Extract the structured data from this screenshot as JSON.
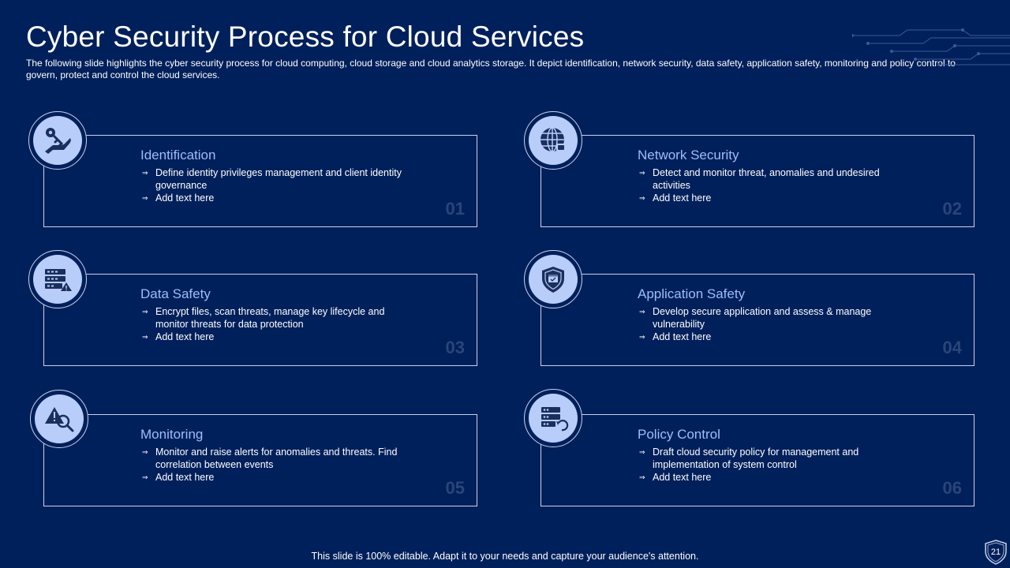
{
  "slide": {
    "title": "Cyber Security Process for Cloud Services",
    "subtitle": "The following slide highlights the cyber security process for cloud computing, cloud storage and cloud analytics storage. It depict identification, network security, data safety, application safety, monitoring and policy control to govern, protect and control the cloud services.",
    "footer": "This slide is 100% editable. Adapt it to your needs and capture your audience's attention.",
    "page_number": "21"
  },
  "colors": {
    "background": "#00205b",
    "accent": "#9fbcf8",
    "icon_disc": "#b8cdfa",
    "number": "#2a4679"
  },
  "cards": [
    {
      "title": "Identification",
      "icon": "key-hand-icon",
      "points": [
        "Define identity privileges management and client identity governance",
        "Add text here"
      ],
      "number": "01"
    },
    {
      "title": "Network Security",
      "icon": "globe-lock-icon",
      "points": [
        "Detect and monitor threat, anomalies and undesired activities",
        "Add text here"
      ],
      "number": "02"
    },
    {
      "title": "Data Safety",
      "icon": "server-warning-icon",
      "points": [
        "Encrypt files, scan threats, manage key lifecycle and monitor threats for data protection",
        "Add text here"
      ],
      "number": "03"
    },
    {
      "title": "Application Safety",
      "icon": "shield-app-icon",
      "points": [
        "Develop secure application and assess & manage vulnerability",
        "Add text here"
      ],
      "number": "04"
    },
    {
      "title": "Monitoring",
      "icon": "alert-search-icon",
      "points": [
        "Monitor and raise alerts for anomalies and threats. Find correlation between events",
        "Add text here"
      ],
      "number": "05"
    },
    {
      "title": "Policy Control",
      "icon": "server-refresh-icon",
      "points": [
        "Draft cloud security policy for management and implementation of system control",
        "Add text here"
      ],
      "number": "06"
    }
  ]
}
